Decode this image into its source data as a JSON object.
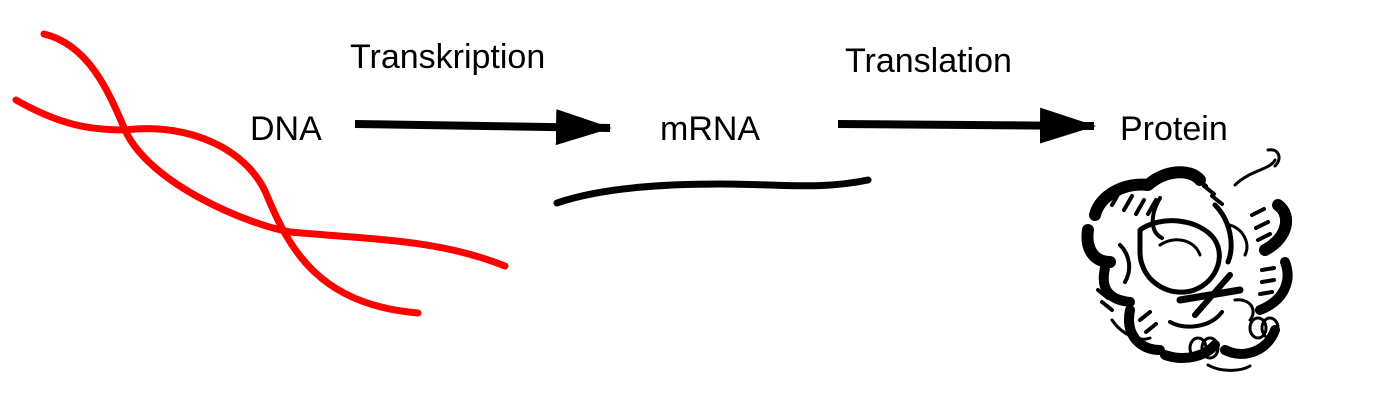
{
  "labels": {
    "dna": "DNA",
    "mrna": "mRNA",
    "protein": "Protein",
    "transcription": "Transkription",
    "translation": "Translation"
  },
  "colors": {
    "dna_strand": "#ff0000",
    "ink": "#000000",
    "background": "#ffffff"
  }
}
